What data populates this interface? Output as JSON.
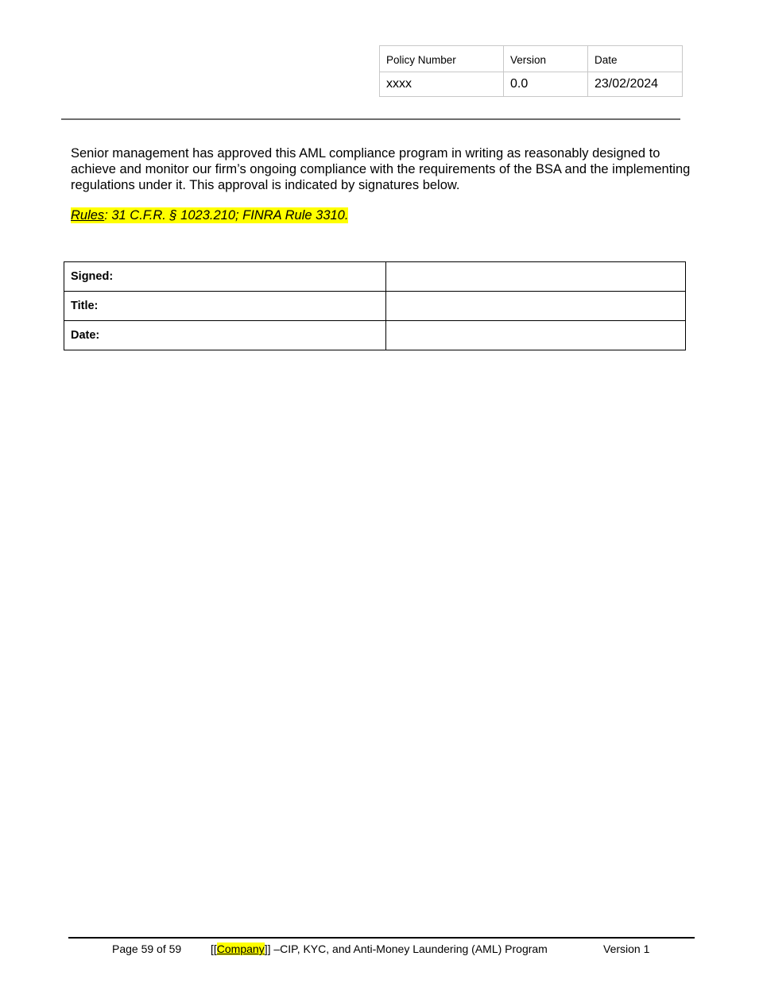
{
  "header_table": {
    "columns": [
      "Policy Number",
      "Version",
      "Date"
    ],
    "values": [
      "xxxx",
      "0.0",
      "23/02/2024"
    ]
  },
  "body": {
    "paragraph": "Senior management has approved this AML compliance program in writing as reasonably designed to achieve and monitor our firm’s ongoing compliance with the requirements of the BSA and the implementing regulations under it. This approval is indicated by signatures below.",
    "rules_label": "Rules",
    "rules_text": ": 31 C.F.R. § 1023.210; FINRA Rule 3310.",
    "highlight_color": "#ffff00"
  },
  "signature_table": {
    "rows": [
      {
        "label": "Signed:",
        "value": ""
      },
      {
        "label": "Title:",
        "value": ""
      },
      {
        "label": "Date:",
        "value": ""
      }
    ]
  },
  "footer": {
    "page": "Page 59 of 59",
    "title_prefix": "[[",
    "company": "Company",
    "title_suffix": "]] –CIP, KYC, and Anti-Money Laundering (AML) Program",
    "version": "Version 1"
  }
}
